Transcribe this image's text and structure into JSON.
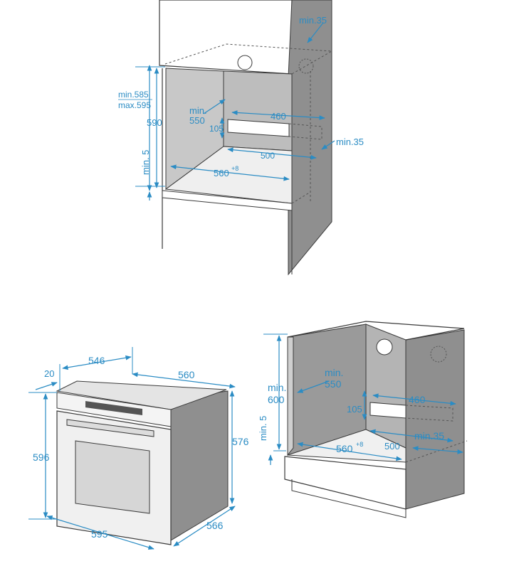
{
  "colors": {
    "accent": "#2b8cc4",
    "panel": "#8f8f8f",
    "panel_light": "#c4c4c4",
    "outline": "#3a3a3a",
    "background": "#ffffff"
  },
  "icons": [
    "cable-hole-icon"
  ],
  "top_diagram": {
    "dims": {
      "min35_top": "min.35",
      "height_range_min": "min.585",
      "height_range_max": "max.595",
      "height": "590",
      "min_label": "min.",
      "depth": "550",
      "vent_width": "460",
      "vent_height": "105",
      "min35_side": "min.35",
      "vent_depth": "500",
      "min5": "min. 5",
      "width": "560",
      "width_tolerance": "+8"
    }
  },
  "oven_diagram": {
    "dims": {
      "depth_body": "546",
      "front_offset": "20",
      "depth_top": "560",
      "height": "596",
      "height_body": "576",
      "width": "595",
      "depth_total": "566"
    }
  },
  "cabinet_diagram": {
    "dims": {
      "min_label": "min.",
      "depth": "550",
      "height_min_label": "min.",
      "height": "600",
      "vent_width": "460",
      "vent_height": "105",
      "min5": "min. 5",
      "width": "560",
      "width_tolerance": "+8",
      "vent_depth": "500",
      "min35": "min.35"
    }
  }
}
